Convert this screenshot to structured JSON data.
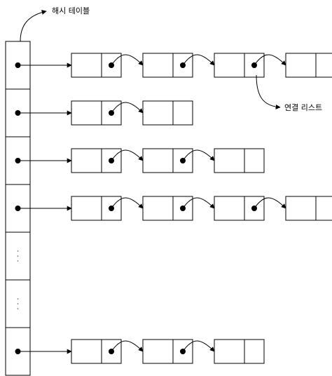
{
  "labels": {
    "hash_table": "해시 테이블",
    "linked_list": "연결 리스트"
  },
  "table": {
    "slots": [
      {
        "kind": "pointer",
        "chain_length": 4
      },
      {
        "kind": "pointer",
        "chain_length": 2
      },
      {
        "kind": "pointer",
        "chain_length": 3
      },
      {
        "kind": "pointer",
        "chain_length": 4
      },
      {
        "kind": "ellipsis",
        "chain_length": 0
      },
      {
        "kind": "ellipsis",
        "chain_length": 0
      },
      {
        "kind": "pointer",
        "chain_length": 3
      }
    ]
  },
  "colors": {
    "stroke": "#000000",
    "fill": "#ffffff"
  }
}
